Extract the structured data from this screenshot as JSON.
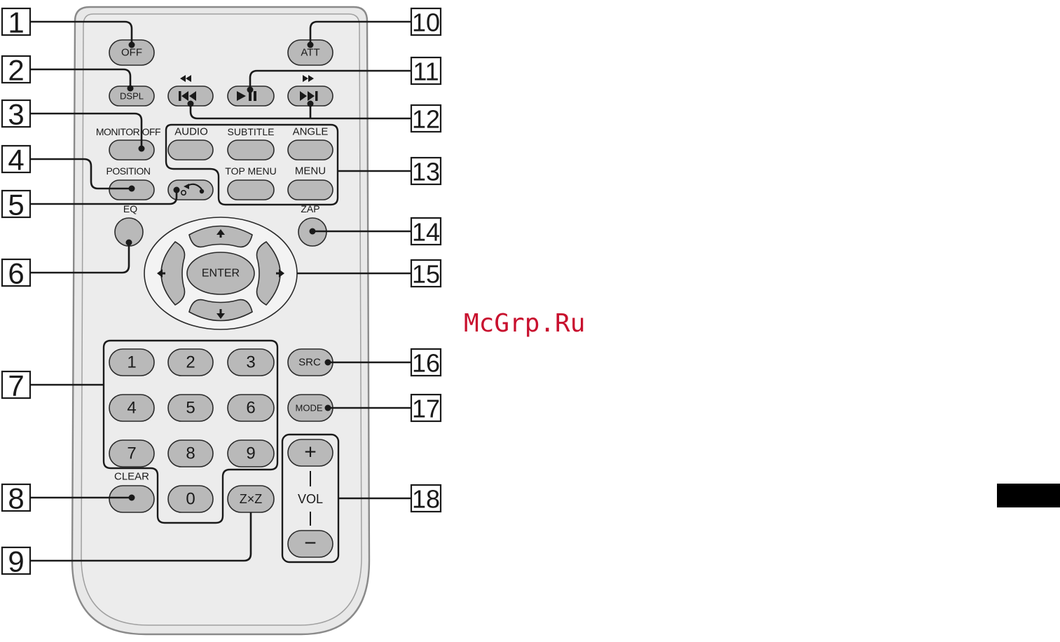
{
  "callout_numbers": [
    "1",
    "2",
    "3",
    "4",
    "5",
    "6",
    "7",
    "8",
    "9",
    "10",
    "11",
    "12",
    "13",
    "14",
    "15",
    "16",
    "17",
    "18"
  ],
  "buttons": {
    "off": "OFF",
    "dspl": "DSPL",
    "att": "ATT",
    "monitor_off": "MONITOR OFF",
    "position": "POSITION",
    "audio": "AUDIO",
    "subtitle": "SUBTITLE",
    "angle": "ANGLE",
    "top_menu": "TOP MENU",
    "menu": "MENU",
    "eq": "EQ",
    "zap": "ZAP",
    "enter": "ENTER",
    "src": "SRC",
    "mode": "MODE",
    "clear": "CLEAR",
    "zxz": "Z×Z",
    "vol": "VOL",
    "vol_plus": "+",
    "vol_minus": "−",
    "digits": [
      "1",
      "2",
      "3",
      "4",
      "5",
      "6",
      "7",
      "8",
      "9",
      "0"
    ]
  },
  "icons": {
    "rewind": "rewind-icon",
    "fast_forward": "fast-forward-icon",
    "prev_track": "previous-track-icon",
    "play_pause": "play-pause-icon",
    "next_track": "next-track-icon",
    "back": "back-arrow-icon",
    "up": "up-arrow-icon",
    "down": "down-arrow-icon",
    "left": "left-arrow-icon",
    "right": "right-arrow-icon"
  },
  "watermark": "McGrp.Ru",
  "colors": {
    "button_fill": "#b9b9b9",
    "body_fill": "#e8e8e8",
    "line": "#1a1a1a",
    "watermark": "#c8102e",
    "page_tab": "#000000"
  }
}
